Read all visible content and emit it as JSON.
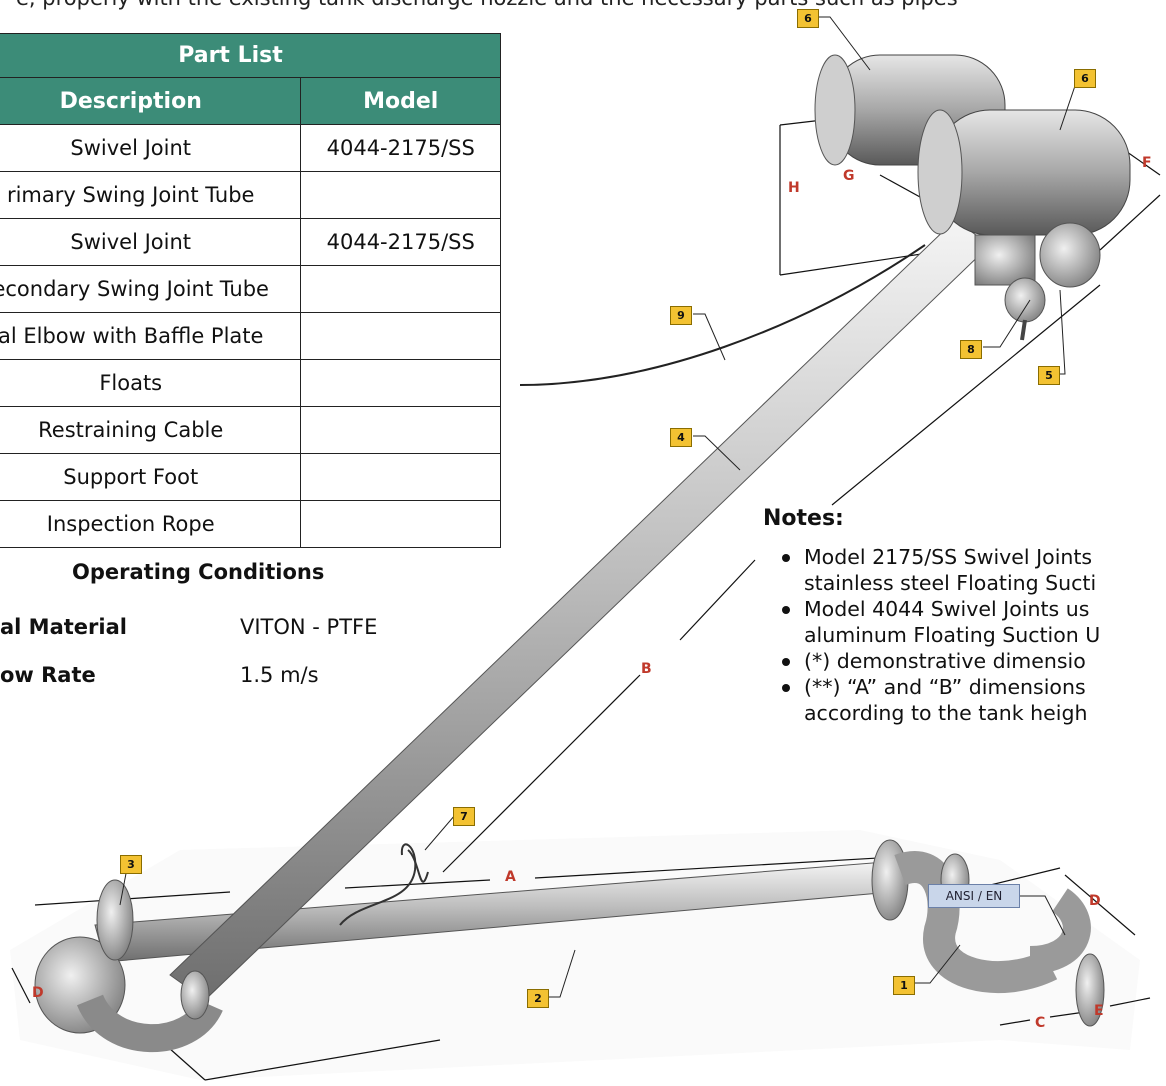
{
  "header_fragment": "e, properly with the existing tank discharge nozzle and the necessary parts such as pipes",
  "part_list": {
    "title": "Part List",
    "col_description": "Description",
    "col_model": "Model",
    "rows": [
      {
        "description": "Swivel Joint",
        "model": "4044-2175/SS"
      },
      {
        "description": "rimary Swing Joint Tube",
        "model": ""
      },
      {
        "description": "Swivel Joint",
        "model": "4044-2175/SS"
      },
      {
        "description": "econdary Swing Joint Tube",
        "model": ""
      },
      {
        "description": "al Elbow with Baffle Plate",
        "model": ""
      },
      {
        "description": "Floats",
        "model": ""
      },
      {
        "description": "Restraining Cable",
        "model": ""
      },
      {
        "description": "Support Foot",
        "model": ""
      },
      {
        "description": "Inspection Rope",
        "model": ""
      }
    ]
  },
  "operating_conditions": {
    "title": "Operating Conditions",
    "rows": [
      {
        "label": "al Material",
        "value": "VITON - PTFE"
      },
      {
        "label": "ow Rate",
        "value": "1.5 m/s"
      }
    ]
  },
  "notes": {
    "title": "Notes:",
    "items": [
      {
        "line1": "Model 2175/SS Swivel Joints",
        "line2": "stainless steel Floating Sucti"
      },
      {
        "line1": "Model 4044 Swivel Joints us",
        "line2": "aluminum Floating Suction U"
      },
      {
        "line1": "(*) demonstrative dimensio",
        "line2": ""
      },
      {
        "line1": "(**) “A” and “B” dimensions",
        "line2": "according to the tank heigh"
      }
    ]
  },
  "callouts": [
    "6",
    "6",
    "9",
    "8",
    "5",
    "4",
    "7",
    "3",
    "2",
    "1"
  ],
  "dimension_labels": [
    "H",
    "G",
    "F",
    "B",
    "A",
    "D",
    "D",
    "C",
    "E"
  ],
  "ansi_tag": "ANSI / EN",
  "colors": {
    "table_header": "#3c8c78",
    "callout": "#f3c232",
    "dimension": "#c0392b"
  }
}
